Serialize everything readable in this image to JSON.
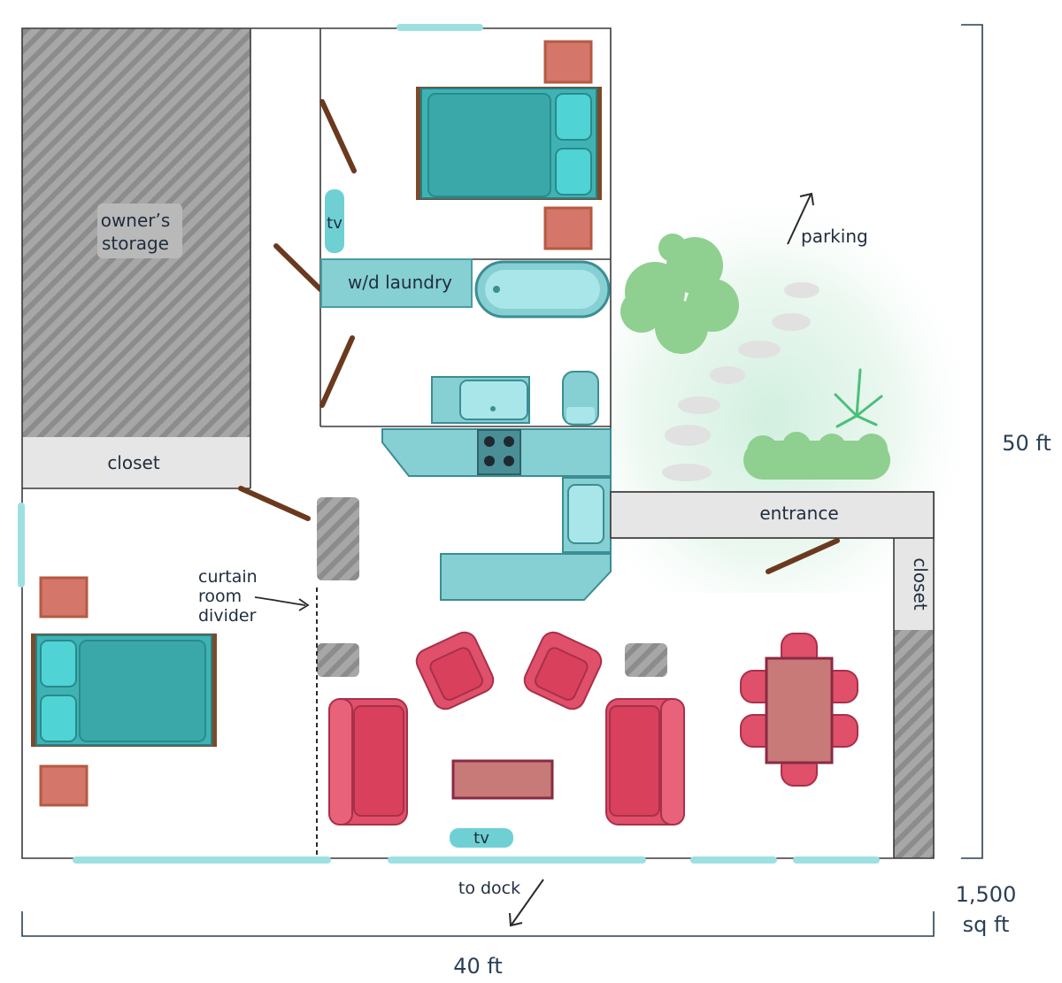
{
  "plan": {
    "dimensions": {
      "height": "50 ft",
      "width": "40 ft",
      "area_line1": "1,500",
      "area_line2": "sq ft"
    },
    "rooms": {
      "owners_storage_line1": "owner’s",
      "owners_storage_line2": "storage",
      "closet_left": "closet",
      "closet_right": "closet",
      "laundry": "w/d laundry",
      "entrance": "entrance"
    },
    "labels": {
      "tv_bedroom": "tv",
      "tv_living": "tv",
      "curtain_line1": "curtain",
      "curtain_line2": "room",
      "curtain_line3": "divider",
      "parking": "parking",
      "to_dock": "to dock"
    },
    "colors": {
      "wall": "#3a3a3a",
      "teal": "#3fb3b3",
      "teal_light": "#6fd0d4",
      "counter": "#86cfd3",
      "window": "#9ee0e2",
      "door": "#6b3a1e",
      "sofa": "#e0506a",
      "table": "#c77a78",
      "nightstand": "#d4766a",
      "closet": "#e6e6e6",
      "storage_hatch": "#9a9a9a",
      "greenery": "#8fcf8f"
    },
    "icons": [
      "bed-icon",
      "sofa-icon",
      "armchair-icon",
      "bathtub-icon",
      "toilet-icon",
      "sink-icon",
      "stove-icon",
      "dining-table-icon",
      "shrub-icon",
      "arrow-icon"
    ]
  }
}
